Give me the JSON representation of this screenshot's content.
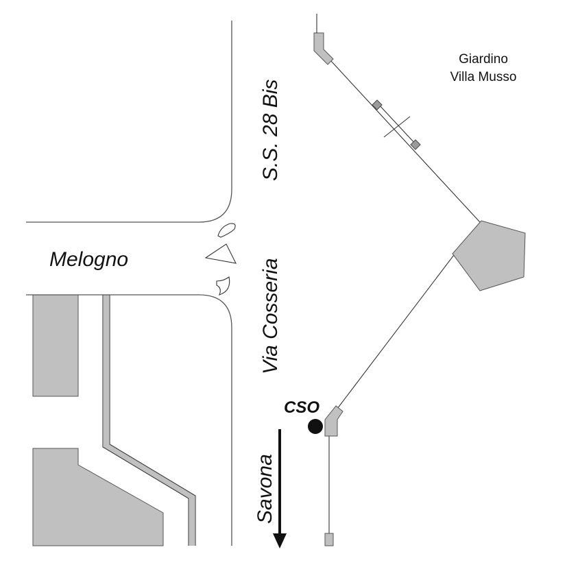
{
  "labels": {
    "road_north": "S.S. 28 Bis",
    "road_center": "Via Cosseria",
    "road_west": "Melogno",
    "direction": "Savona",
    "place_line1": "Giardino",
    "place_line2": "Villa Musso",
    "marker": "CSO"
  },
  "colors": {
    "building_fill": "#c0c0c0",
    "line": "#555555",
    "marker": "#111111"
  },
  "icons": {
    "marker": "filled-circle",
    "arrow": "arrow-down"
  }
}
